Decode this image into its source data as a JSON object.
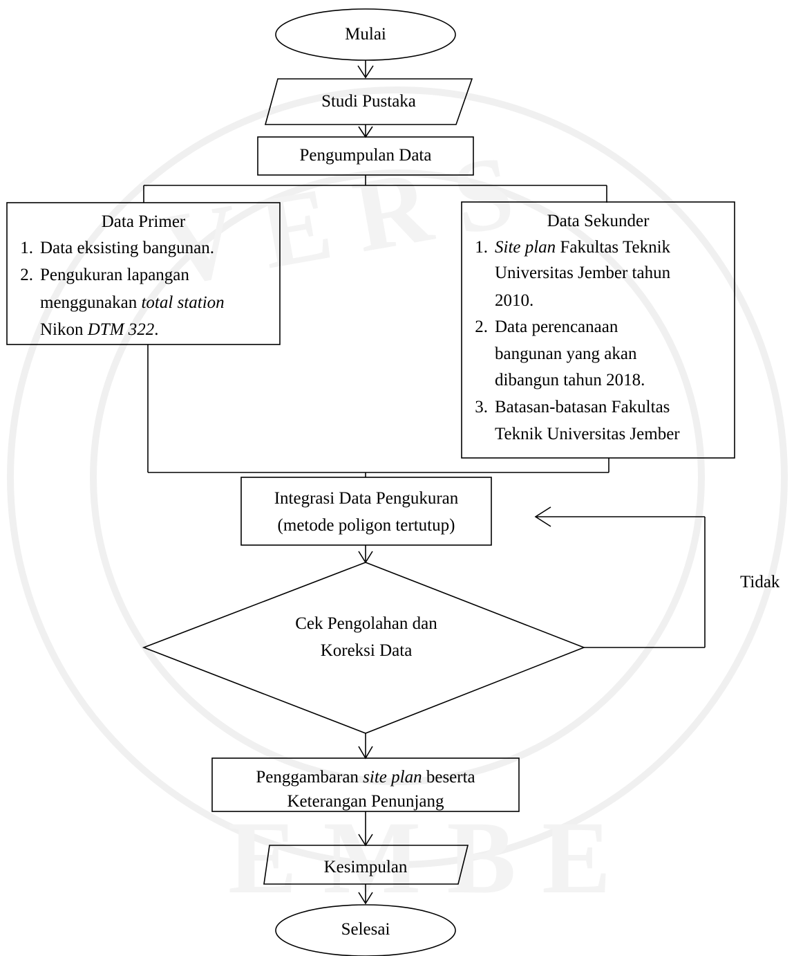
{
  "nodes": {
    "start": "Mulai",
    "studi": "Studi Pustaka",
    "pengumpulan": "Pengumpulan Data",
    "primer": {
      "title": "Data Primer",
      "n1": "1.",
      "item1": "Data eksisting bangunan.",
      "n2": "2.",
      "item2_l1": "Pengukuran lapangan",
      "item2_l2a": "menggunakan ",
      "item2_l2b": "total station",
      "item2_l3a": "Nikon ",
      "item2_l3b": "DTM 322",
      "item2_l3c": "."
    },
    "sekunder": {
      "title": "Data Sekunder",
      "n1": "1.",
      "item1_l1a": "Site plan",
      "item1_l1b": " Fakultas Teknik",
      "item1_l2": "Universitas Jember tahun",
      "item1_l3": "2010.",
      "n2": "2.",
      "item2_l1": "Data perencanaan",
      "item2_l2": "bangunan yang akan",
      "item2_l3": "dibangun tahun 2018.",
      "n3": "3.",
      "item3_l1": "Batasan-batasan Fakultas",
      "item3_l2": "Teknik Universitas Jember"
    },
    "integrasi_l1": "Integrasi Data Pengukuran",
    "integrasi_l2": "(metode poligon tertutup)",
    "cek_l1": "Cek Pengolahan dan",
    "cek_l2": "Koreksi Data",
    "tidak": "Tidak",
    "penggambaran_l1a": "Penggambaran ",
    "penggambaran_l1b": "site plan",
    "penggambaran_l1c": " beserta",
    "penggambaran_l2": "Keterangan Penunjang",
    "kesimpulan": "Kesimpulan",
    "end": "Selesai"
  },
  "colors": {
    "stroke": "#000000",
    "watermark": "#f2f2f2"
  },
  "watermark": {
    "top": "UNIVERSITAS",
    "bottom": "JEMBER"
  }
}
